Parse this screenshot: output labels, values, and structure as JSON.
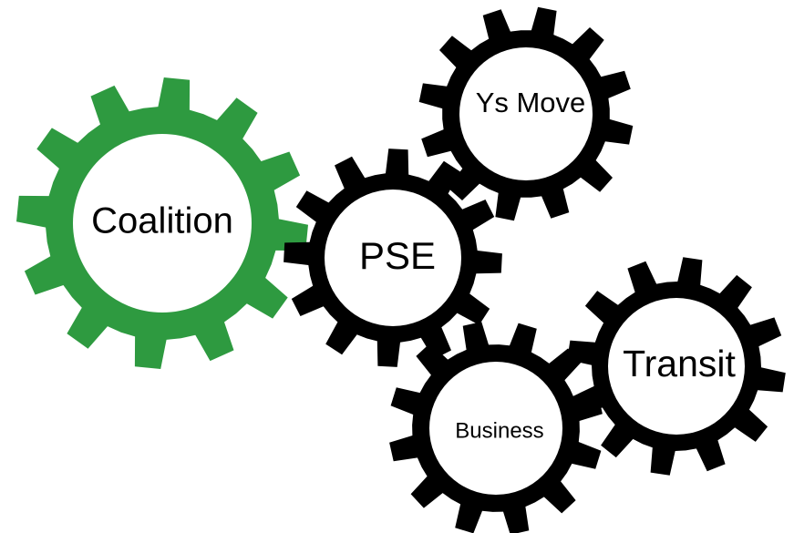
{
  "gears": [
    {
      "id": "coalition",
      "label": "Coalition",
      "color": "#2e9a40"
    },
    {
      "id": "ys-move",
      "label": "Ys Move",
      "color": "#000000"
    },
    {
      "id": "pse",
      "label": "PSE",
      "color": "#000000"
    },
    {
      "id": "transit",
      "label": "Transit",
      "color": "#000000"
    },
    {
      "id": "business",
      "label": "Business",
      "color": "#000000"
    }
  ]
}
